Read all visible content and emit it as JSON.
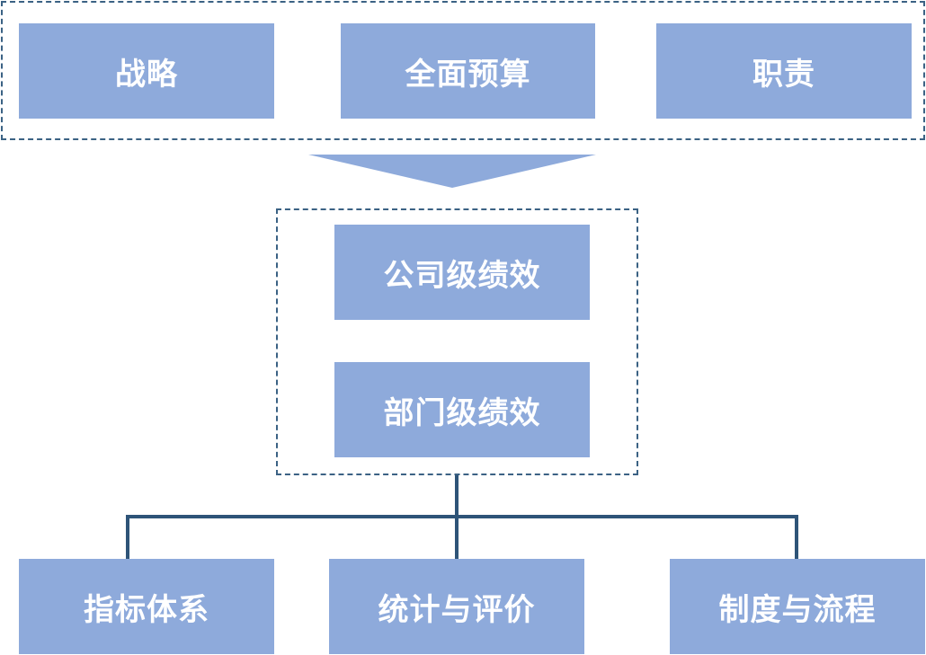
{
  "top_group": {
    "items": [
      {
        "label": "战略"
      },
      {
        "label": "全面预算"
      },
      {
        "label": "职责"
      }
    ]
  },
  "middle_group": {
    "items": [
      {
        "label": "公司级绩效"
      },
      {
        "label": "部门级绩效"
      }
    ]
  },
  "bottom_group": {
    "items": [
      {
        "label": "指标体系"
      },
      {
        "label": "统计与评价"
      },
      {
        "label": "制度与流程"
      }
    ]
  },
  "colors": {
    "box_fill": "#8eaadb",
    "box_text": "#ffffff",
    "frame_border": "#3b6284",
    "connector": "#2e5478",
    "arrow_fill": "#8eaadb"
  }
}
